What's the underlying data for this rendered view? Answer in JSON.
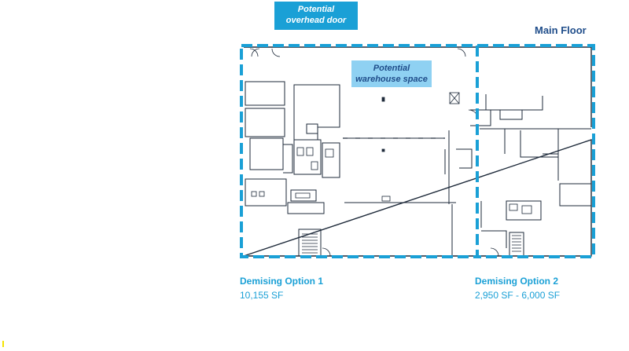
{
  "title": "Main Floor",
  "callouts": {
    "overhead_door": [
      "Potential",
      "overhead door"
    ],
    "warehouse": [
      "Potential",
      "warehouse space"
    ]
  },
  "options": [
    {
      "title": "Demising Option 1",
      "area": "10,155 SF"
    },
    {
      "title": "Demising Option 2",
      "area": "2,950 SF - 6,000 SF"
    }
  ],
  "colors": {
    "dash": "#1aa0d6",
    "heading": "#1f4d8a",
    "walls": "#1e2a3a",
    "callout_dark": "#1aa0d6",
    "callout_light": "#8fd1f2"
  }
}
